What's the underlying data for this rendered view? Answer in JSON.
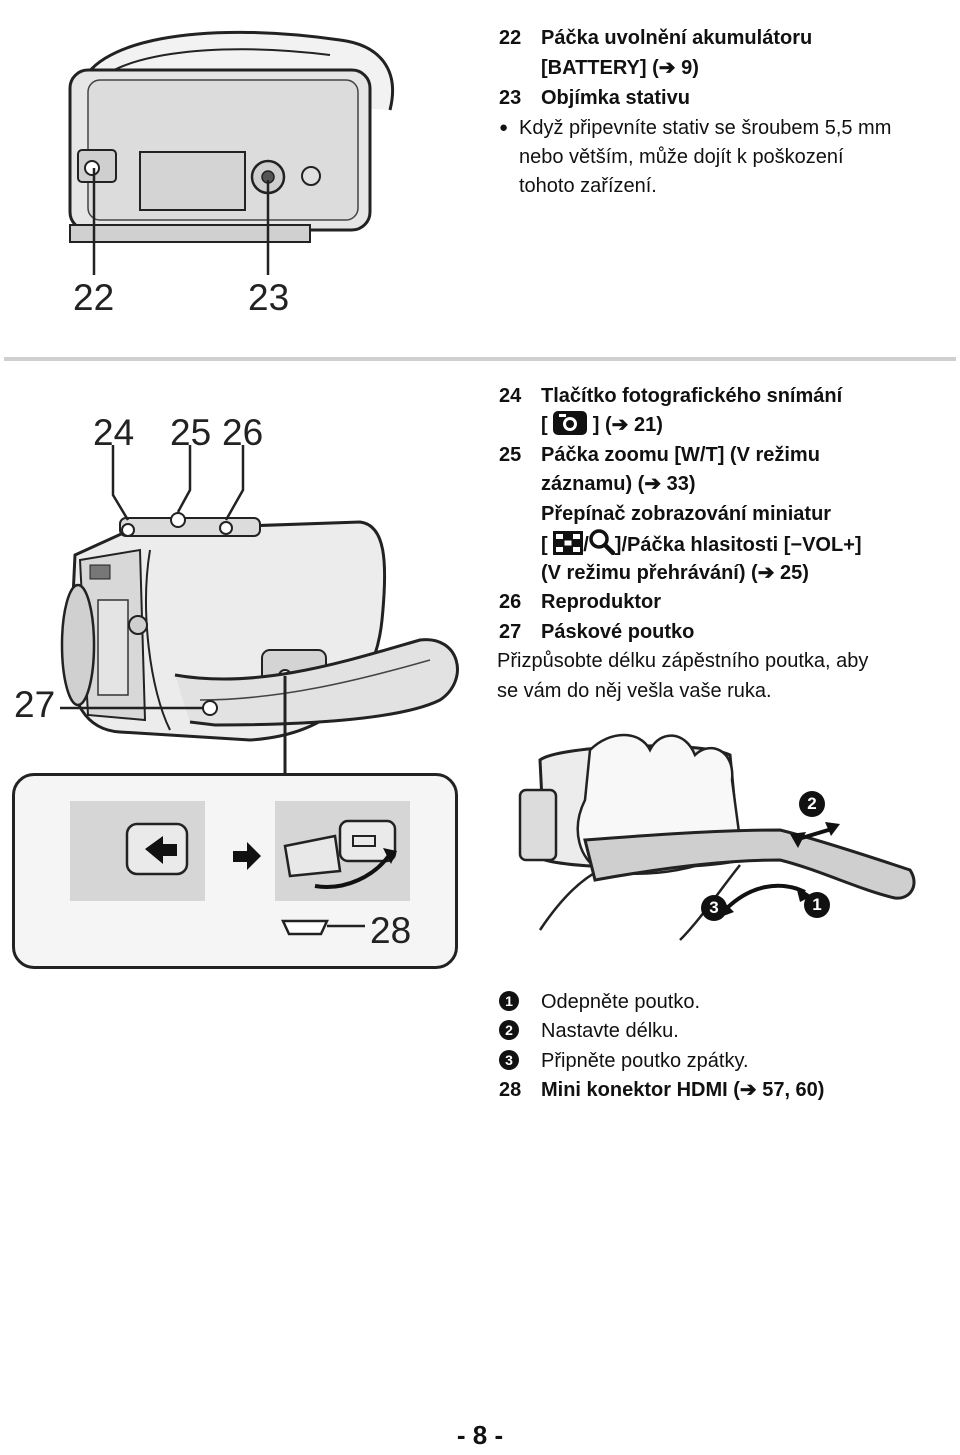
{
  "callouts": {
    "c22": "22",
    "c23": "23",
    "c24": "24",
    "c25": "25",
    "c26": "26",
    "c27": "27",
    "c28": "28"
  },
  "section1": {
    "item22_num": "22",
    "item22_line1": "Páčka uvolnění akumulátoru",
    "item22_line2": "[BATTERY] (➔ 9)",
    "item23_num": "23",
    "item23_title": "Objímka stativu",
    "bullet": "●",
    "note_line1": "Když připevníte stativ se šroubem 5,5 mm",
    "note_line2": "nebo větším, může dojít k poškození",
    "note_line3": "tohoto zařízení."
  },
  "section2": {
    "item24_num": "24",
    "item24_line1": "Tlačítko fotografického snímání",
    "item24_l2_open": "[",
    "item24_l2_close": "] (➔ 21)",
    "item25_num": "25",
    "item25_line1": "Páčka zoomu [W/T] (V režimu",
    "item25_line2": "záznamu) (➔ 33)",
    "item25_line3": "Přepínač zobrazování miniatur",
    "item25_l4_open": "[",
    "item25_l4_slash": "/",
    "item25_l4_rest": "]/Páčka hlasitosti [−VOL+]",
    "item25_line5": "(V režimu přehrávání) (➔ 25)",
    "item26_num": "26",
    "item26_title": "Reproduktor",
    "item27_num": "27",
    "item27_title": "Páskové poutko",
    "item27_desc1": "Přizpůsobte délku zápěstního poutka, aby",
    "item27_desc2": "se vám do něj vešla vaše ruka."
  },
  "steps": [
    {
      "marker": "1",
      "text": "Odepněte poutko."
    },
    {
      "marker": "2",
      "text": "Nastavte délku."
    },
    {
      "marker": "3",
      "text": "Připněte poutko zpátky."
    }
  ],
  "item28": {
    "num": "28",
    "title": "Mini konektor HDMI (➔ 57, 60)"
  },
  "page_number": "- 8 -"
}
